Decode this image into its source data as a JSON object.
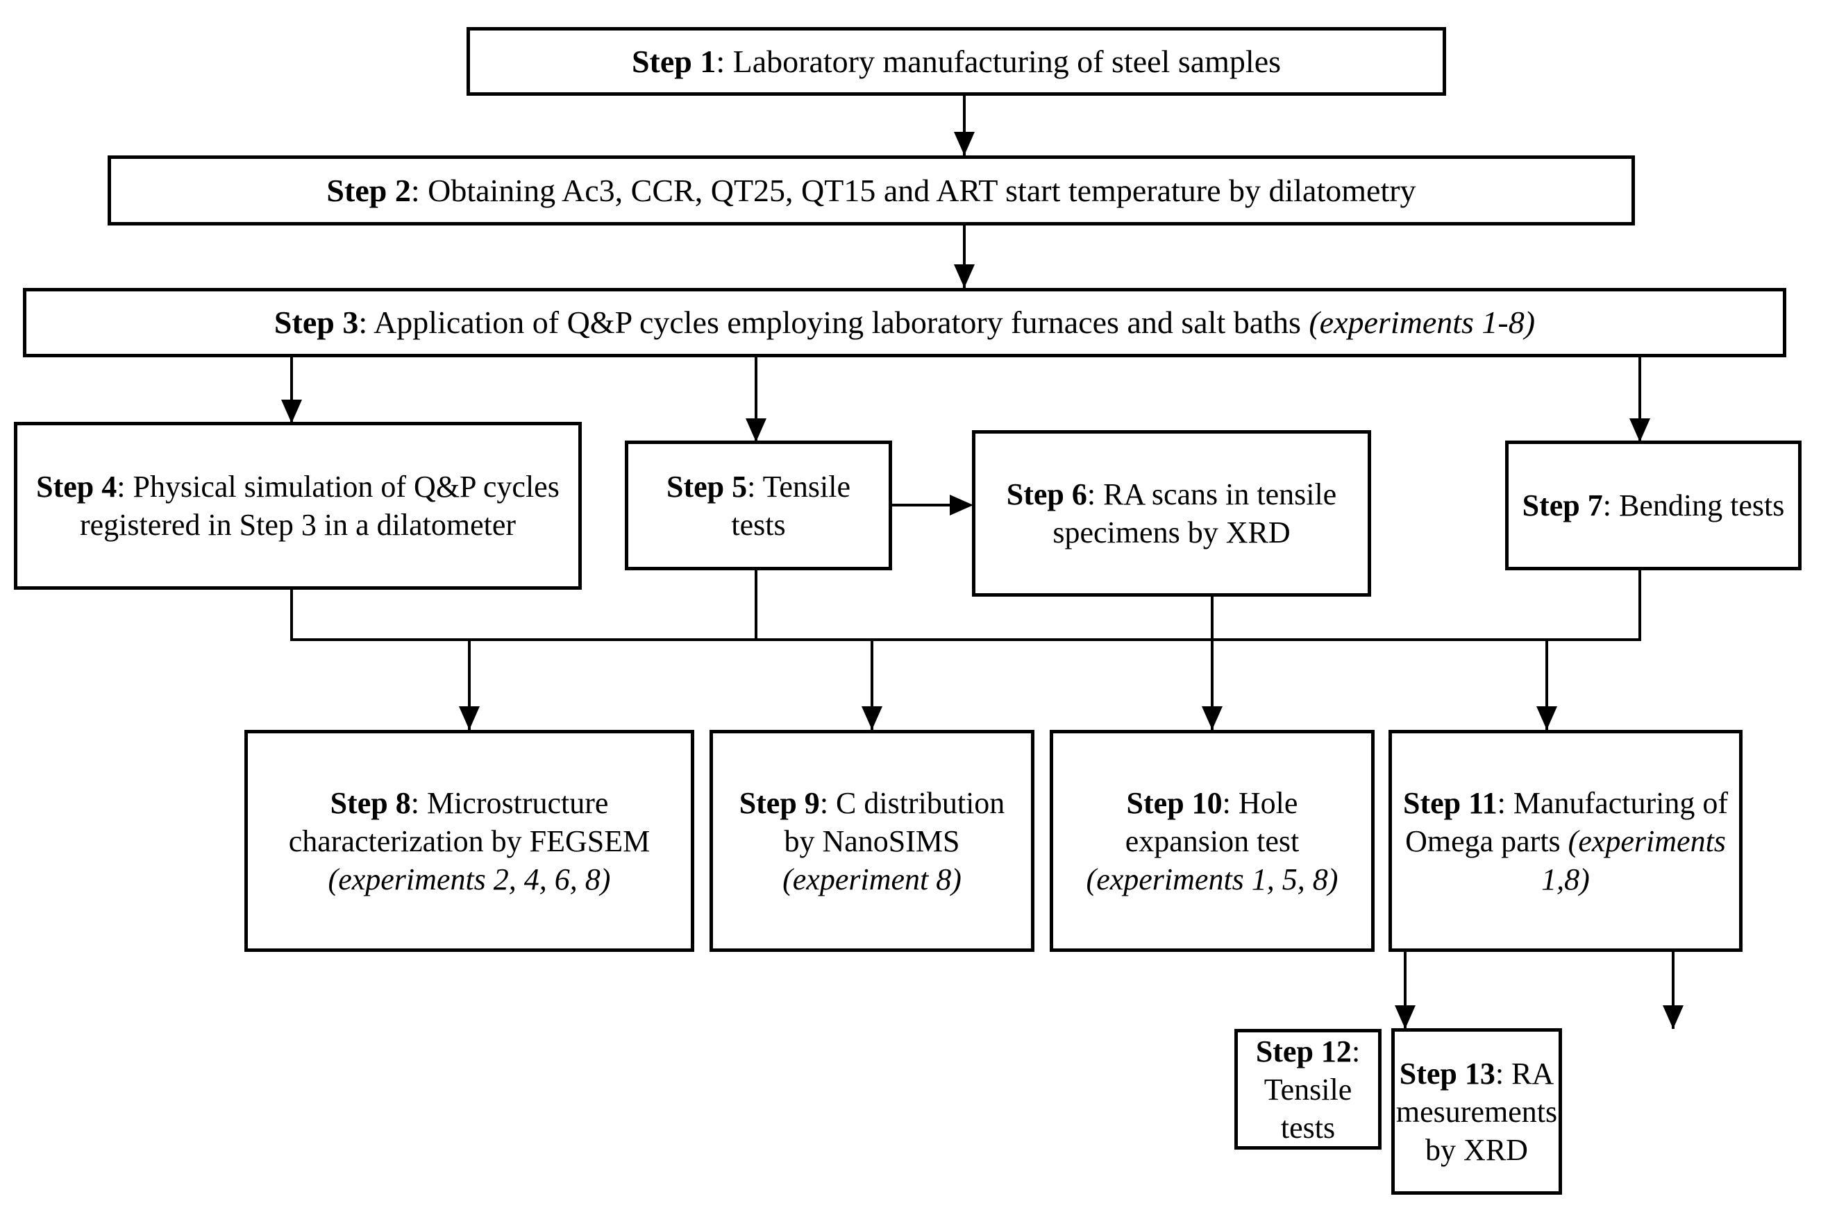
{
  "diagram": {
    "title": "Experimental workflow flowchart of Q&P steel processing",
    "type": "flowchart",
    "orientation": "top-to-bottom",
    "background_color": "#ffffff",
    "line_color": "#000000",
    "text_color": "#000000"
  },
  "nodes": [
    {
      "id": "step1",
      "label_bold": "Step 1",
      "separator": ": ",
      "body": "Laboratory manufacturing of steel samples",
      "italic_suffix": "",
      "full_text": "Step 1: Laboratory manufacturing of steel samples"
    },
    {
      "id": "step2",
      "label_bold": "Step 2",
      "separator": ": ",
      "body": "Obtaining Ac3, CCR, QT25, QT15 and ART start temperature by dilatometry",
      "italic_suffix": "",
      "full_text": "Step 2: Obtaining Ac3, CCR, QT25, QT15 and ART start temperature by dilatometry"
    },
    {
      "id": "step3",
      "label_bold": "Step 3",
      "separator": ": ",
      "body": "Application of Q&P cycles employing laboratory furnaces and salt baths ",
      "italic_suffix": "(experiments 1-8)",
      "full_text": "Step 3: Application of Q&P cycles employing laboratory furnaces and salt baths (experiments 1-8)"
    },
    {
      "id": "step4",
      "label_bold": "Step 4",
      "separator": ": ",
      "body": "Physical simulation of Q&P cycles registered in Step 3 in a dilatometer",
      "italic_suffix": "",
      "full_text": "Step 4: Physical simulation of Q&P cycles registered in Step 3 in a dilatometer"
    },
    {
      "id": "step5",
      "label_bold": "Step 5",
      "separator": ": ",
      "body": "Tensile tests",
      "italic_suffix": "",
      "full_text": "Step 5: Tensile tests"
    },
    {
      "id": "step6",
      "label_bold": "Step 6",
      "separator": ": ",
      "body": "RA scans in tensile specimens by XRD",
      "italic_suffix": "",
      "full_text": "Step 6: RA scans in tensile specimens by XRD"
    },
    {
      "id": "step7",
      "label_bold": "Step 7",
      "separator": ": ",
      "body": "Bending tests",
      "italic_suffix": "",
      "full_text": "Step 7: Bending tests"
    },
    {
      "id": "step8",
      "label_bold": "Step 8",
      "separator": ": ",
      "body": "Microstructure characterization by FEGSEM ",
      "italic_suffix": "(experiments 2, 4, 6, 8)",
      "full_text": "Step 8: Microstructure characterization by FEGSEM (experiments 2, 4, 6, 8)"
    },
    {
      "id": "step9",
      "label_bold": "Step 9",
      "separator": ": ",
      "body": "C distribution by NanoSIMS ",
      "italic_suffix": "(experiment 8)",
      "full_text": "Step 9: C distribution by NanoSIMS (experiment 8)"
    },
    {
      "id": "step10",
      "label_bold": "Step 10",
      "separator": ": ",
      "body": "Hole expansion test ",
      "italic_suffix": "(experiments 1, 5, 8)",
      "full_text": "Step 10: Hole expansion test (experiments 1, 5, 8)"
    },
    {
      "id": "step11",
      "label_bold": "Step 11",
      "separator": ": ",
      "body": "Manufacturing of Omega parts ",
      "italic_suffix": "(experiments 1,8)",
      "full_text": "Step 11: Manufacturing of Omega parts (experiments 1,8)"
    },
    {
      "id": "step12",
      "label_bold": "Step 12",
      "separator": ": ",
      "body": "Tensile tests",
      "italic_suffix": "",
      "full_text": "Step 12: Tensile tests"
    },
    {
      "id": "step13",
      "label_bold": "Step 13",
      "separator": ": ",
      "body": "RA mesurements by XRD",
      "italic_suffix": "",
      "full_text": "Step 13: RA mesurements by XRD"
    }
  ],
  "edges": [
    {
      "from": "step1",
      "to": "step2",
      "kind": "arrow-down"
    },
    {
      "from": "step2",
      "to": "step3",
      "kind": "arrow-down"
    },
    {
      "from": "step3",
      "to": "step4",
      "kind": "arrow-down"
    },
    {
      "from": "step3",
      "to": "step5",
      "kind": "arrow-down"
    },
    {
      "from": "step3",
      "to": "step7",
      "kind": "arrow-down"
    },
    {
      "from": "step5",
      "to": "step6",
      "kind": "arrow-right"
    },
    {
      "from": "step4",
      "to": "step8",
      "kind": "bus-down"
    },
    {
      "from": "step5",
      "to": "step9",
      "kind": "bus-down"
    },
    {
      "from": "step6",
      "to": "step10",
      "kind": "bus-down"
    },
    {
      "from": "step7",
      "to": "step11",
      "kind": "bus-down"
    },
    {
      "from": "step11",
      "to": "step12",
      "kind": "arrow-down"
    },
    {
      "from": "step11",
      "to": "step13",
      "kind": "arrow-down"
    }
  ]
}
